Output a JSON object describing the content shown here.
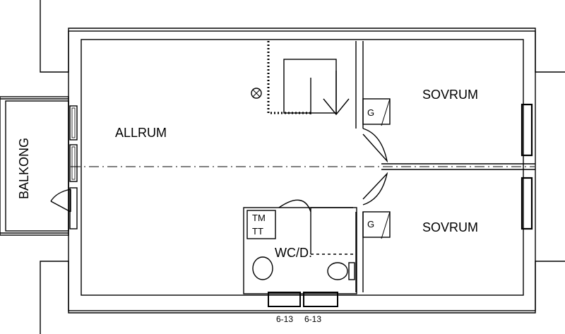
{
  "rooms": {
    "allrum": "ALLRUM",
    "sovrum_top": "SOVRUM",
    "sovrum_bottom": "SOVRUM",
    "wc": "WC/D.",
    "balkong": "BALKONG"
  },
  "fixtures": {
    "garderob_top": "G",
    "garderob_bottom": "G",
    "tm": "TM",
    "tt": "TT"
  },
  "window_codes": [
    "6-13",
    "6-13"
  ]
}
